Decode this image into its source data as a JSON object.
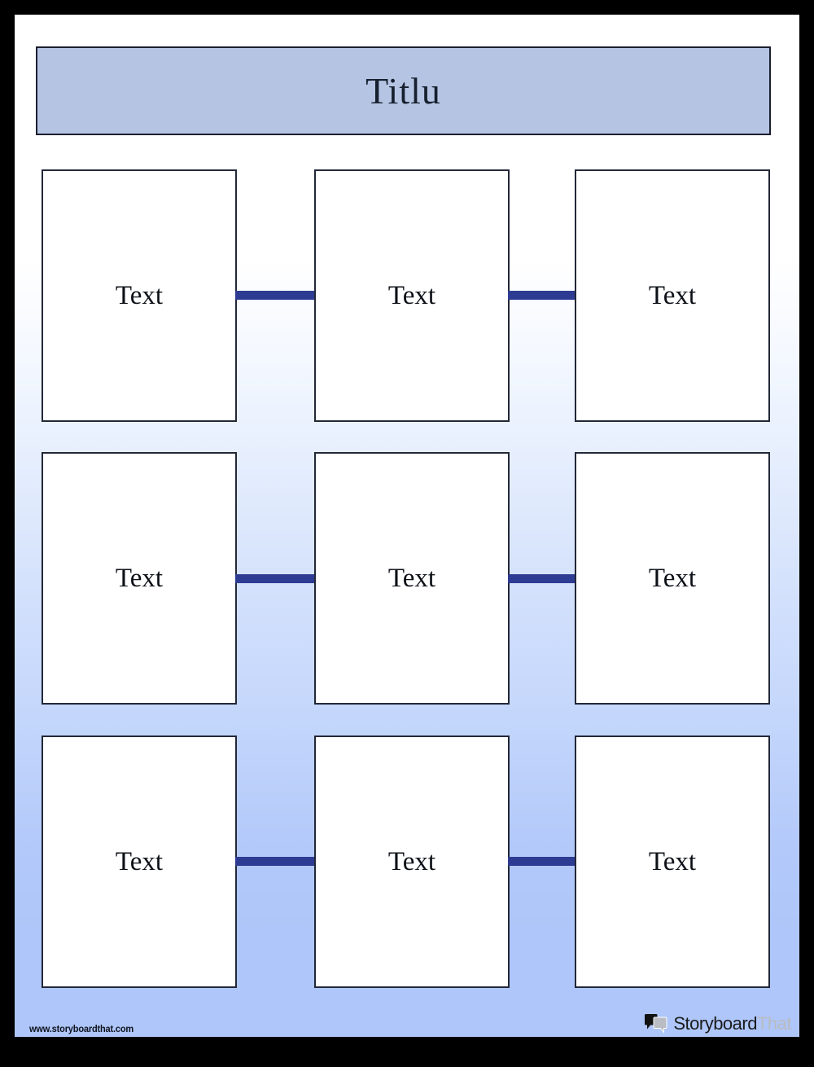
{
  "page": {
    "title_banner": {
      "text": "Titlu"
    },
    "background": {
      "top_color": "#ffffff",
      "bottom_color": "#aec6f9",
      "frame_color": "#000000"
    }
  },
  "theme": {
    "banner_fill": "#b6c4e4",
    "banner_border": "#1b1f2e",
    "cell_fill": "#ffffff",
    "cell_border": "#222838",
    "connector_color": "#2e3b93",
    "text_color": "#0d1117"
  },
  "grid": {
    "rows": [
      {
        "cells": [
          {
            "label": "Text"
          },
          {
            "label": "Text"
          },
          {
            "label": "Text"
          }
        ]
      },
      {
        "cells": [
          {
            "label": "Text"
          },
          {
            "label": "Text"
          },
          {
            "label": "Text"
          }
        ]
      },
      {
        "cells": [
          {
            "label": "Text"
          },
          {
            "label": "Text"
          },
          {
            "label": "Text"
          }
        ]
      }
    ]
  },
  "footer": {
    "url": "www.storyboardthat.com",
    "logo": {
      "icon": "speech-bubbles-icon",
      "word_primary": "Storyboard",
      "word_secondary": "That"
    }
  }
}
